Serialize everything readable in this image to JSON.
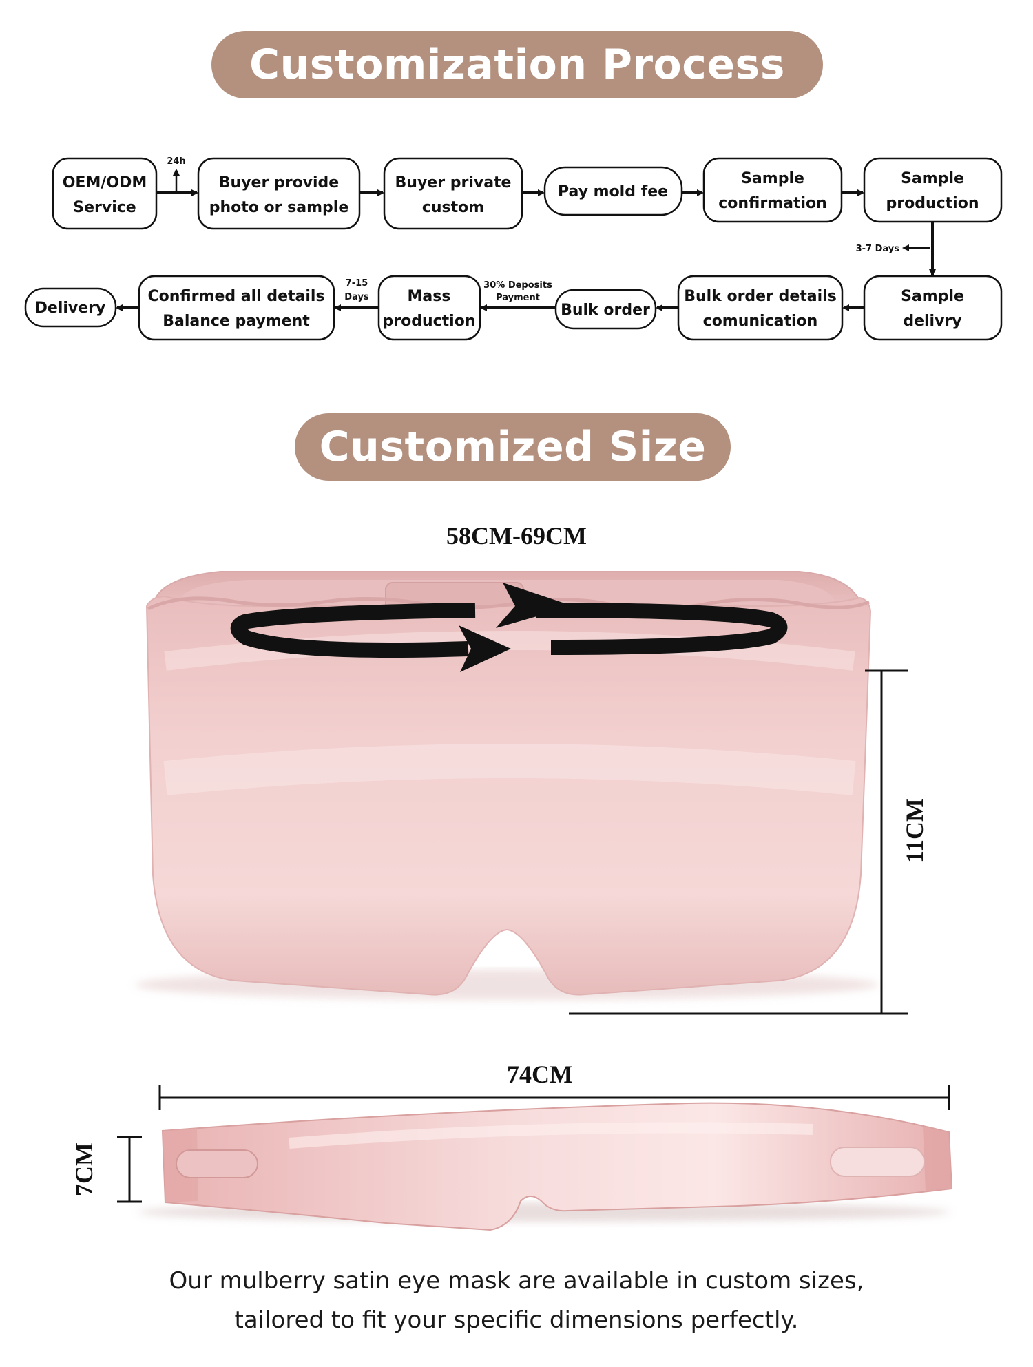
{
  "process": {
    "title": "Customization Process",
    "steps": {
      "oem": [
        "OEM/ODM",
        "Service"
      ],
      "provide": [
        "Buyer provide",
        "photo or sample"
      ],
      "private": [
        "Buyer private",
        "custom"
      ],
      "mold": [
        "Pay mold fee"
      ],
      "sample_conf": [
        "Sample",
        "confirmation"
      ],
      "sample_prod": [
        "Sample",
        "production"
      ],
      "sample_deliv": [
        "Sample",
        "delivry"
      ],
      "bulk_details": [
        "Bulk order details",
        "comunication"
      ],
      "bulk_order": [
        "Bulk order"
      ],
      "mass": [
        "Mass",
        "production"
      ],
      "confirmed": [
        "Confirmed all details",
        "Balance payment"
      ],
      "delivery": [
        "Delivery"
      ]
    },
    "notes": {
      "h24": "24h",
      "days_3_7": "3-7 Days",
      "deposit": [
        "30% Deposits",
        "Payment"
      ],
      "days_7_15": [
        "7-15",
        "Days"
      ]
    }
  },
  "size": {
    "title": "Customized Size",
    "circumference": "58CM-69CM",
    "height": "11CM",
    "length": "74CM",
    "strap_height": "7CM",
    "colors": {
      "banner": "#b4907e",
      "satin": "#eec5c5"
    }
  },
  "caption": [
    "Our mulberry satin eye mask are available in custom sizes,",
    "tailored to fit your specific dimensions perfectly."
  ]
}
